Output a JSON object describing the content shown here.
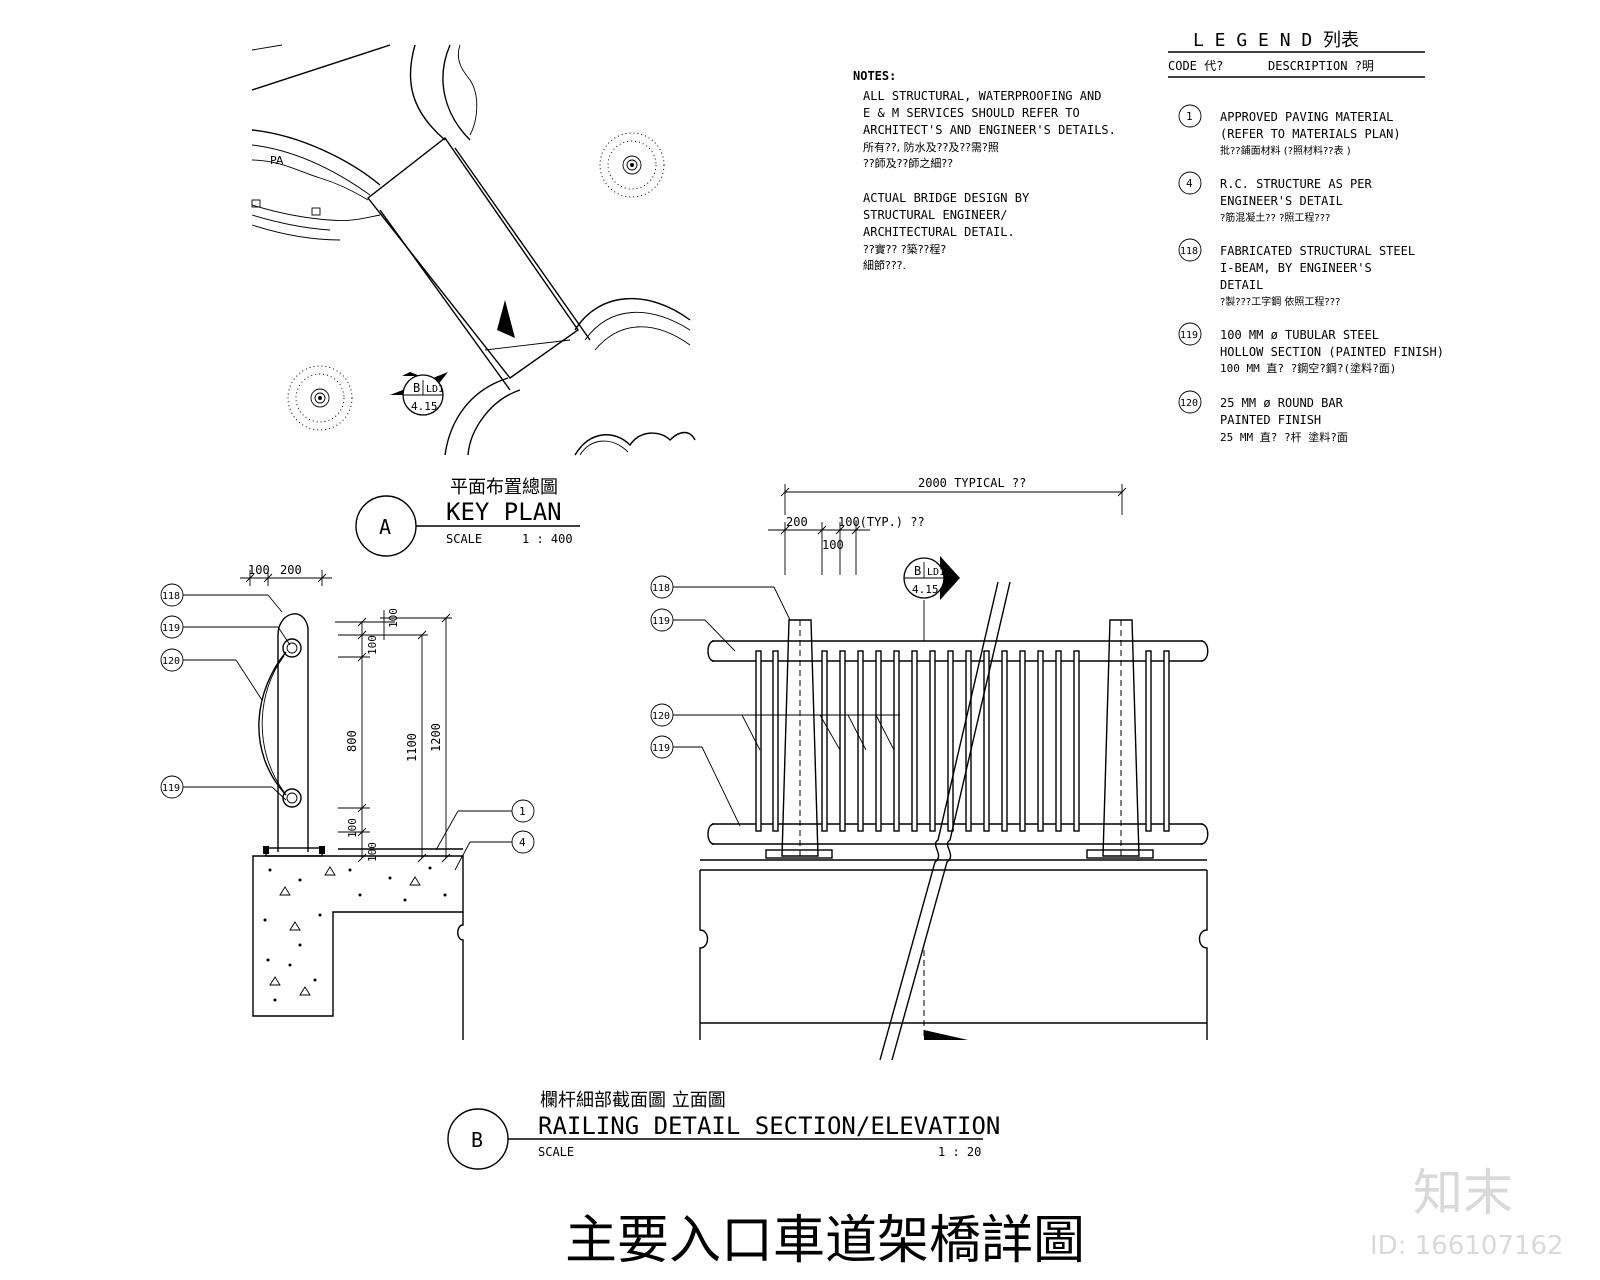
{
  "notes": {
    "heading": "NOTES:",
    "paragraphs": [
      [
        "ALL STRUCTURAL, WATERPROOFING AND",
        "E & M SERVICES SHOULD REFER TO",
        "ARCHITECT'S AND ENGINEER'S DETAILS.",
        "所有??, 防水及??及??需?照",
        "??師及??師之細??"
      ],
      [
        "ACTUAL BRIDGE DESIGN BY",
        "STRUCTURAL ENGINEER/",
        "ARCHITECTURAL DETAIL.",
        "??實??  ?築??程?",
        "細節???."
      ]
    ]
  },
  "legend": {
    "title": "L E G E N D   列表",
    "col_code": "CODE 代?",
    "col_desc": "DESCRIPTION  ?明",
    "items": [
      {
        "code": "1",
        "lines": [
          "APPROVED PAVING MATERIAL",
          "(REFER TO MATERIALS PLAN)",
          "批??鋪面材料      (?照材料??表     )"
        ]
      },
      {
        "code": "4",
        "lines": [
          "R.C. STRUCTURE AS PER",
          "ENGINEER'S DETAIL",
          "?筋混凝土??       ?照工程???"
        ]
      },
      {
        "code": "118",
        "lines": [
          "FABRICATED STRUCTURAL STEEL",
          "I-BEAM, BY ENGINEER'S",
          "DETAIL",
          "?製???工字鋼  依照工程???"
        ]
      },
      {
        "code": "119",
        "lines": [
          "100 MM ø TUBULAR STEEL",
          "HOLLOW SECTION (PAINTED FINISH)",
          "100 MM 直?  ?鋼空?鋼?(塗料?面)"
        ]
      },
      {
        "code": "120",
        "lines": [
          "25 MM ø ROUND BAR",
          "PAINTED FINISH",
          "25 MM 直?  ?杆   塗料?面"
        ]
      }
    ]
  },
  "key_plan": {
    "marker": "A",
    "title_cn": "平面布置總圖",
    "title_en": "KEY PLAN",
    "scale_label": "SCALE",
    "scale": "1 : 400",
    "pa_label": "PA",
    "section_ref": {
      "letter": "B",
      "sheet": "LD1",
      "page": "4.15"
    }
  },
  "section_b": {
    "dims_top": [
      "100",
      "200"
    ],
    "dims_small": [
      "100",
      "100"
    ],
    "dims_vertical": [
      "800",
      "1100",
      "1200"
    ],
    "dims_bottom": [
      "100",
      "100"
    ],
    "callouts_left": [
      "118",
      "119",
      "120",
      "119"
    ],
    "callouts_right": [
      "1",
      "4"
    ]
  },
  "elevation_b": {
    "typical_span": "2000 TYPICAL ??",
    "dim_200": "200",
    "dim_100_typ": "100(TYP.) ??",
    "dim_100": "100",
    "callouts": [
      "118",
      "119",
      "120",
      "119"
    ],
    "section_ref": {
      "letter": "B",
      "sheet": "LD1",
      "page": "4.15"
    }
  },
  "detail_title": {
    "marker": "B",
    "title_cn": "欄杆細部截面圖  立面圖",
    "title_en": "RAILING DETAIL SECTION/ELEVATION",
    "scale_label": "SCALE",
    "scale": "1 : 20"
  },
  "sheet_title": "主要入口車道架橋詳圖",
  "watermark": {
    "logo": "知末",
    "id": "ID: 166107162"
  }
}
